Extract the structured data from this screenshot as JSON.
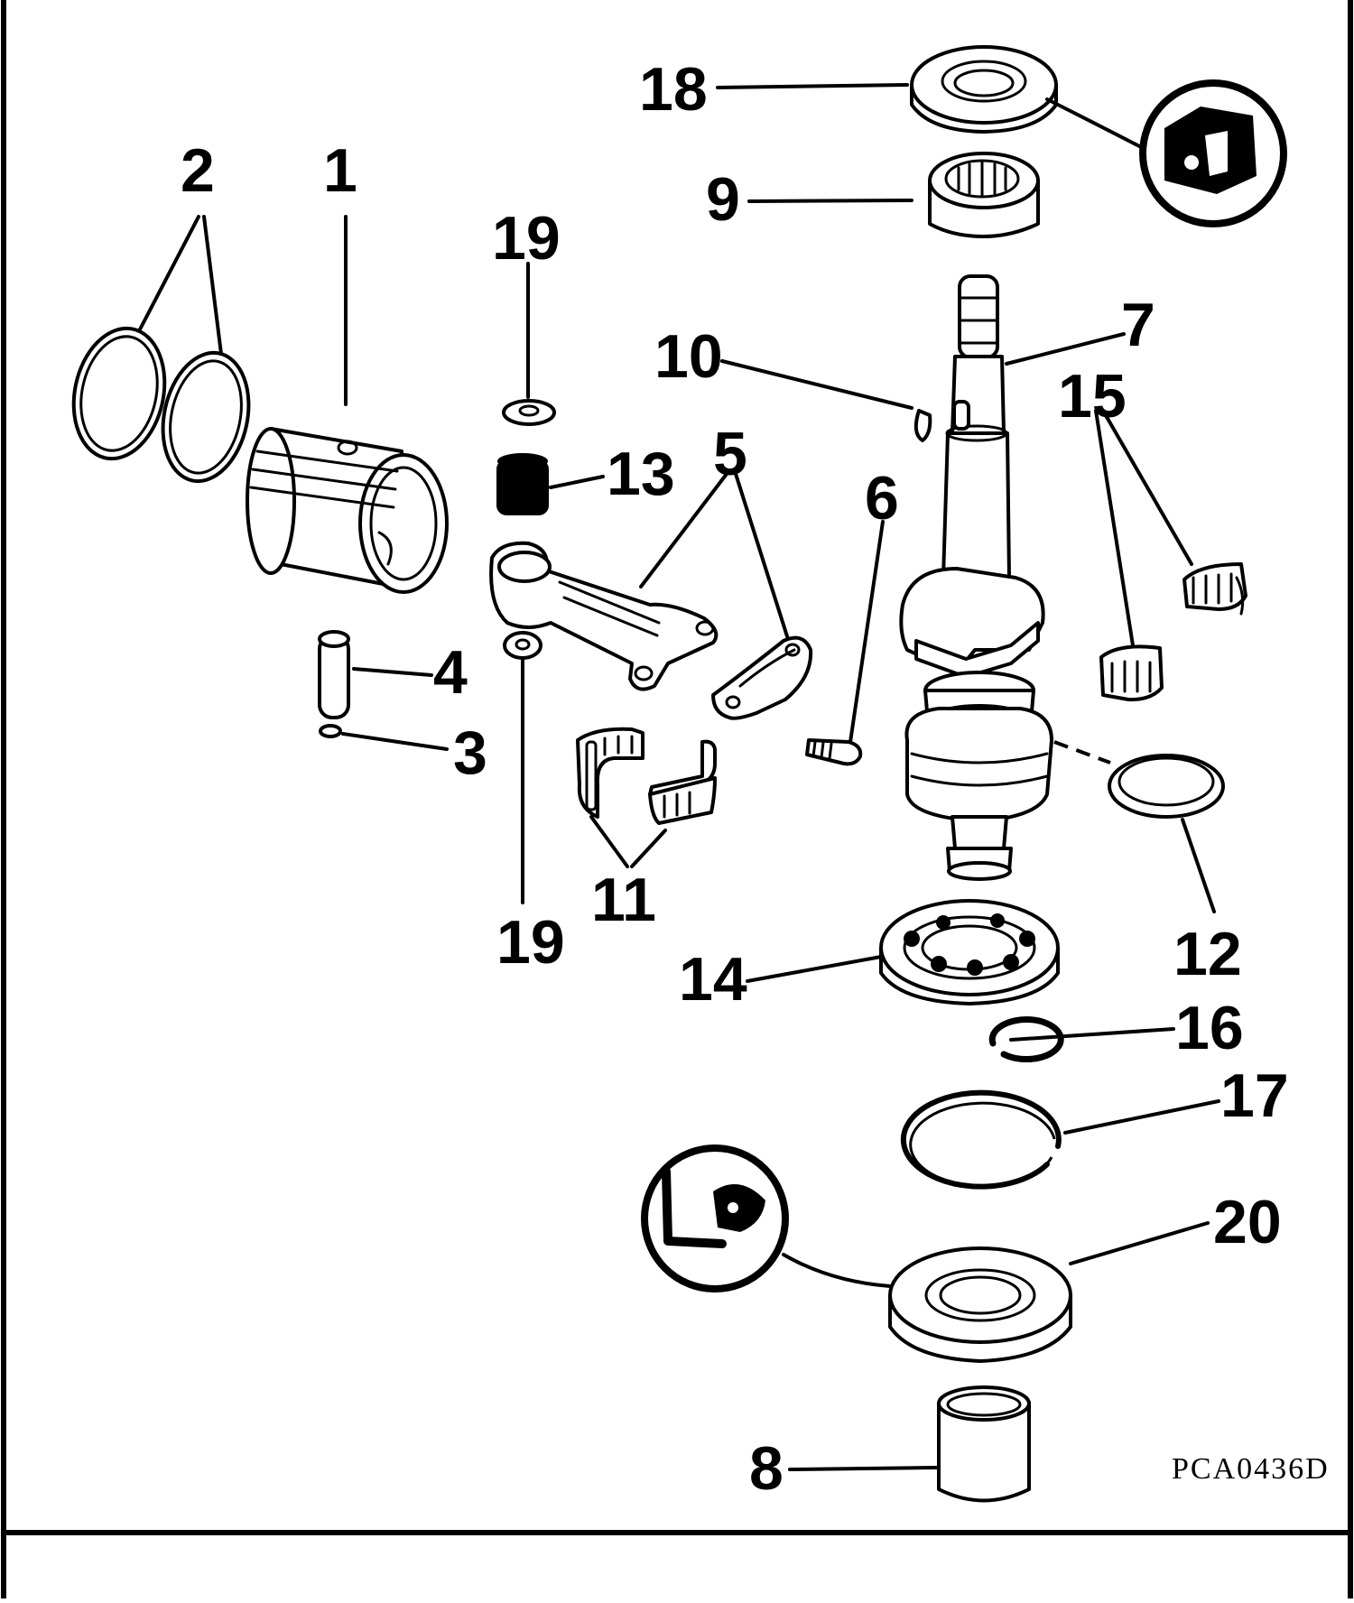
{
  "diagram": {
    "code": "PCA0436D",
    "callouts": [
      "1",
      "2",
      "3",
      "4",
      "5",
      "6",
      "7",
      "8",
      "9",
      "10",
      "11",
      "12",
      "13",
      "14",
      "15",
      "16",
      "17",
      "18",
      "19",
      "19",
      "20"
    ]
  }
}
